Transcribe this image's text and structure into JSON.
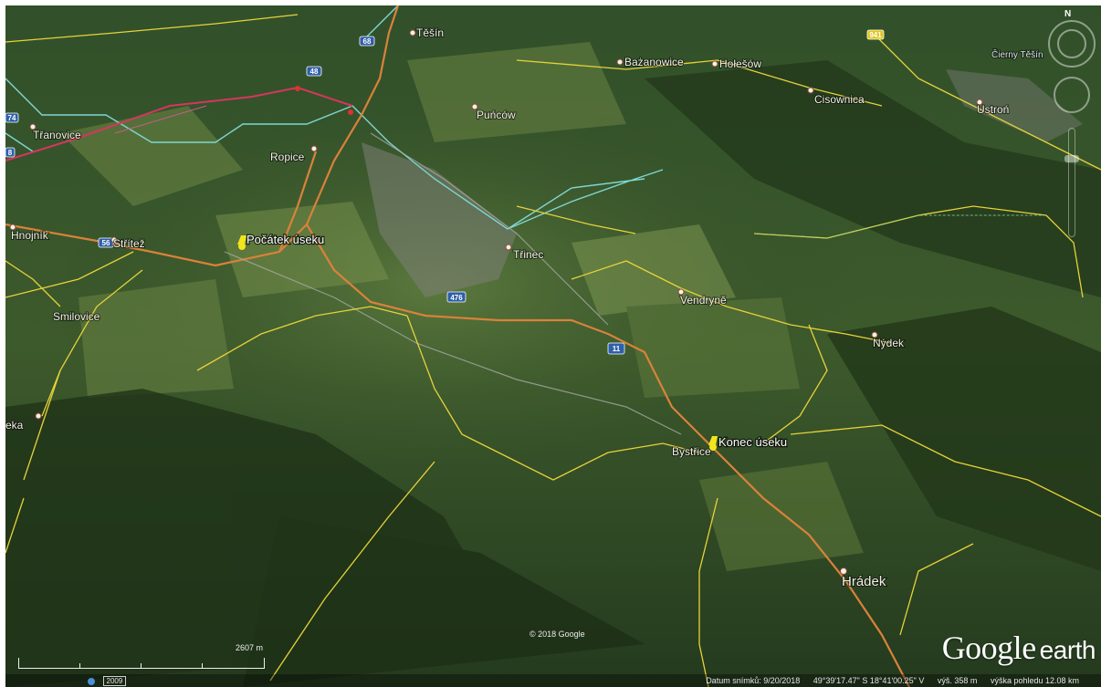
{
  "map": {
    "places": [
      {
        "id": "tesin",
        "label": "Těšín",
        "size": "normal"
      },
      {
        "id": "bazanowice",
        "label": "Bażanowice",
        "size": "normal"
      },
      {
        "id": "holesov",
        "label": "Hołešów",
        "size": "normal"
      },
      {
        "id": "cisownica",
        "label": "Cisownica",
        "size": "normal"
      },
      {
        "id": "ustron",
        "label": "Ustroń",
        "size": "normal"
      },
      {
        "id": "punkow",
        "label": "Puńców",
        "size": "normal"
      },
      {
        "id": "tranovice",
        "label": "Třanovice",
        "size": "normal"
      },
      {
        "id": "ropice",
        "label": "Ropice",
        "size": "normal"
      },
      {
        "id": "hnojnik",
        "label": "Hnojník",
        "size": "normal"
      },
      {
        "id": "stritez",
        "label": "Střítež",
        "size": "normal"
      },
      {
        "id": "trinec",
        "label": "Třinec",
        "size": "normal"
      },
      {
        "id": "vendryne",
        "label": "Vendryně",
        "size": "normal"
      },
      {
        "id": "smilovice",
        "label": "Smilovice",
        "size": "normal"
      },
      {
        "id": "nydek",
        "label": "Nýdek",
        "size": "normal"
      },
      {
        "id": "eka",
        "label": "eka",
        "size": "normal"
      },
      {
        "id": "bystrice",
        "label": "Bystřice",
        "size": "normal"
      },
      {
        "id": "hradek",
        "label": "Hrádek",
        "size": "large"
      },
      {
        "id": "czarny",
        "label": "Čierny Těšín",
        "size": "tiny"
      }
    ],
    "markers": [
      {
        "id": "start",
        "label": "Počátek úseku",
        "color": "#f2e51c"
      },
      {
        "id": "end",
        "label": "Konec úseku",
        "color": "#f2e51c"
      }
    ],
    "road_shields": [
      {
        "id": "s68",
        "label": "68",
        "color": "#2f5fa8"
      },
      {
        "id": "s48",
        "label": "48",
        "color": "#2f5fa8"
      },
      {
        "id": "s74",
        "label": "74",
        "color": "#2f5fa8"
      },
      {
        "id": "s56",
        "label": "56",
        "color": "#2f5fa8"
      },
      {
        "id": "s476",
        "label": "476",
        "color": "#2f5fa8"
      },
      {
        "id": "s11",
        "label": "11",
        "color": "#2f5fa8"
      },
      {
        "id": "s941",
        "label": "941",
        "color": "#e1c51a"
      },
      {
        "id": "s8",
        "label": "8",
        "color": "#2f5fa8"
      }
    ],
    "copyright": "© 2018 Google",
    "colors": {
      "road_orange": "#d9823a",
      "road_yellow": "#e7d23a",
      "border_cyan": "#7fd6d2",
      "railway_magenta": "#d5365f",
      "terrain_dark": "#2f4a25",
      "field_light": "#6d8744"
    }
  },
  "scale": {
    "label": "2607 m"
  },
  "logo": {
    "brand": "Google",
    "product": "earth"
  },
  "status": {
    "year": "2009",
    "date": "Datum snímků: 9/20/2018",
    "coords": "49°39'17.47\" S  18°41'00.25\" V",
    "elevation": "výš.  358 m",
    "eye_alt": "výška pohledu  12.08 km"
  },
  "nav": {
    "north": "N"
  }
}
